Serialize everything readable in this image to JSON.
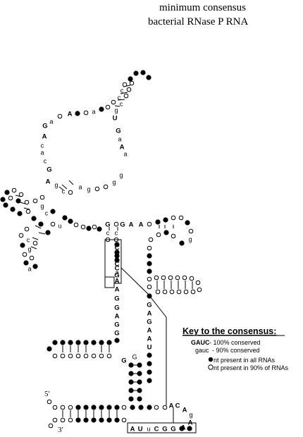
{
  "title": {
    "line1": "minimum consensus",
    "line2": "bacterial RNase P RNA"
  },
  "key": {
    "heading": "Key to the consensus:",
    "conserved100_sample": "GAUC",
    "conserved100_text": " - 100% conserved",
    "conserved90_sample": "gauc",
    "conserved90_text": " - 90% conserved",
    "present_all": "nt present in all RNAs",
    "present_90": "nt present in 90% of RNAs"
  },
  "ends": {
    "five_prime": "5′",
    "three_prime": "3′"
  },
  "colors": {
    "ink": "#000000",
    "background": "#ffffff"
  }
}
